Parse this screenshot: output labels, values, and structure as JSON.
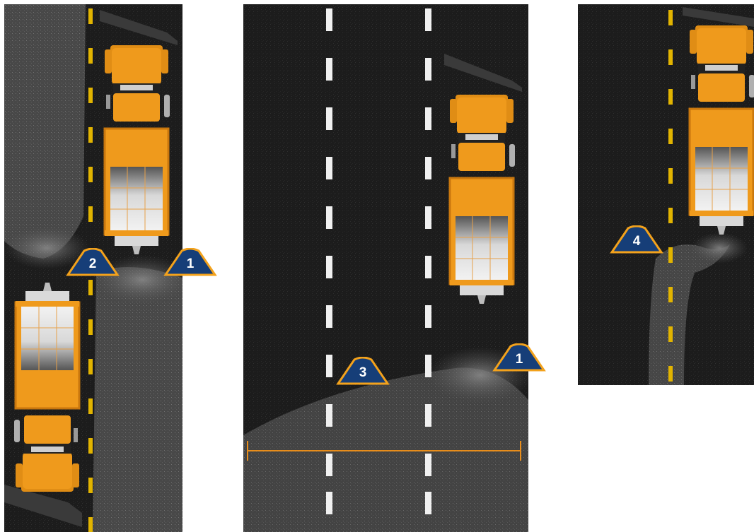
{
  "badges": [
    {
      "label": "1"
    },
    {
      "label": "2"
    },
    {
      "label": "3"
    },
    {
      "label": "1"
    },
    {
      "label": "4"
    }
  ],
  "colors": {
    "asphalt": "#1b1b1b",
    "yellow_line": "#e2b400",
    "white_line": "#f0f0f0",
    "truck_orange": "#ef9a1c",
    "badge_fill": "#163e78",
    "badge_border": "#f3a21c",
    "measure_line": "#e88d1b"
  }
}
